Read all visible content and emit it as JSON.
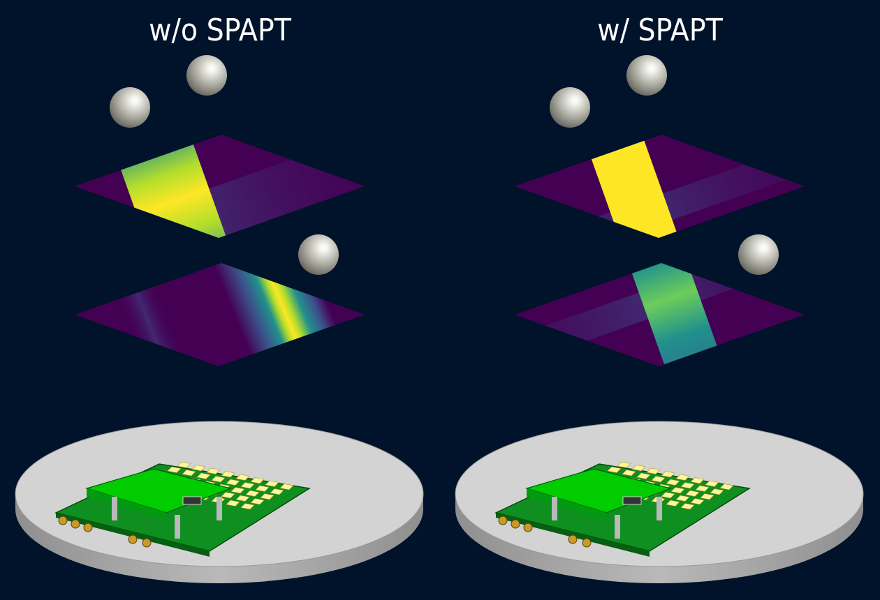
{
  "panels": [
    {
      "title": "w/o SPAPT",
      "upper_field": {
        "band_angle": "shallow",
        "peak_color": "#fde725"
      },
      "lower_field": {
        "band_angle": "steep",
        "peak_color": "#fde725"
      }
    },
    {
      "title": "w/ SPAPT",
      "upper_field": {
        "band_angle": "shallow",
        "peak_color": "#fde725"
      },
      "lower_field": {
        "band_angle": "shallow",
        "peak_color": "#6ccd5a"
      }
    }
  ],
  "colors": {
    "background": "#00132a",
    "field_low": "#440154",
    "field_mid": "#21918c",
    "field_high": "#fde725",
    "sphere": "#d9d9d2",
    "platform_top": "#d3d3d3",
    "platform_side": "#a9a9a9",
    "pcb": "#0f8f1f",
    "pcb_board": "#00cc00",
    "antenna_patch": "#fff59a"
  }
}
